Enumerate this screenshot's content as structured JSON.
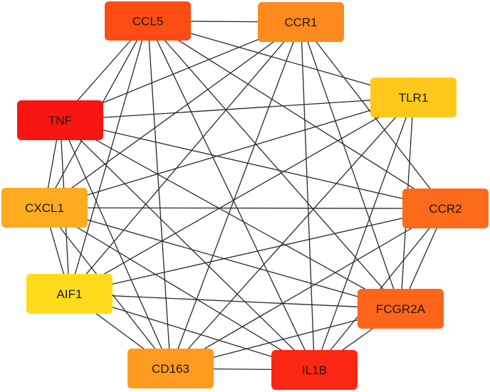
{
  "nodes": [
    {
      "id": "CCL5",
      "label": "CCL5",
      "color": "#fb4c13"
    },
    {
      "id": "CCR1",
      "label": "CCR1",
      "color": "#fe8a1d"
    },
    {
      "id": "TLR1",
      "label": "TLR1",
      "color": "#ffc81b"
    },
    {
      "id": "CCR2",
      "label": "CCR2",
      "color": "#fd6a1a"
    },
    {
      "id": "FCGR2A",
      "label": "FCGR2A",
      "color": "#fd661a"
    },
    {
      "id": "IL1B",
      "label": "IL1B",
      "color": "#fb2614"
    },
    {
      "id": "CD163",
      "label": "CD163",
      "color": "#fd9a1f"
    },
    {
      "id": "AIF1",
      "label": "AIF1",
      "color": "#fedc1b"
    },
    {
      "id": "CXCL1",
      "label": "CXCL1",
      "color": "#feab20"
    },
    {
      "id": "TNF",
      "label": "TNF",
      "color": "#f91512"
    }
  ],
  "edges": [
    [
      "CCL5",
      "CCR1"
    ],
    [
      "CCL5",
      "TLR1"
    ],
    [
      "CCL5",
      "CCR2"
    ],
    [
      "CCL5",
      "FCGR2A"
    ],
    [
      "CCL5",
      "IL1B"
    ],
    [
      "CCL5",
      "CD163"
    ],
    [
      "CCL5",
      "AIF1"
    ],
    [
      "CCL5",
      "CXCL1"
    ],
    [
      "CCL5",
      "TNF"
    ],
    [
      "CCR1",
      "CCR2"
    ],
    [
      "CCR1",
      "FCGR2A"
    ],
    [
      "CCR1",
      "IL1B"
    ],
    [
      "CCR1",
      "CD163"
    ],
    [
      "CCR1",
      "AIF1"
    ],
    [
      "CCR1",
      "CXCL1"
    ],
    [
      "CCR1",
      "TNF"
    ],
    [
      "TLR1",
      "FCGR2A"
    ],
    [
      "TLR1",
      "IL1B"
    ],
    [
      "TLR1",
      "CD163"
    ],
    [
      "TLR1",
      "AIF1"
    ],
    [
      "TLR1",
      "CXCL1"
    ],
    [
      "TLR1",
      "TNF"
    ],
    [
      "CCR2",
      "FCGR2A"
    ],
    [
      "CCR2",
      "IL1B"
    ],
    [
      "CCR2",
      "CD163"
    ],
    [
      "CCR2",
      "AIF1"
    ],
    [
      "CCR2",
      "CXCL1"
    ],
    [
      "CCR2",
      "TNF"
    ],
    [
      "FCGR2A",
      "IL1B"
    ],
    [
      "FCGR2A",
      "CD163"
    ],
    [
      "FCGR2A",
      "AIF1"
    ],
    [
      "FCGR2A",
      "CXCL1"
    ],
    [
      "FCGR2A",
      "TNF"
    ],
    [
      "IL1B",
      "CD163"
    ],
    [
      "IL1B",
      "AIF1"
    ],
    [
      "IL1B",
      "CXCL1"
    ],
    [
      "IL1B",
      "TNF"
    ],
    [
      "CD163",
      "AIF1"
    ],
    [
      "CD163",
      "CXCL1"
    ],
    [
      "CD163",
      "TNF"
    ],
    [
      "AIF1",
      "CXCL1"
    ],
    [
      "AIF1",
      "TNF"
    ],
    [
      "CXCL1",
      "TNF"
    ]
  ]
}
